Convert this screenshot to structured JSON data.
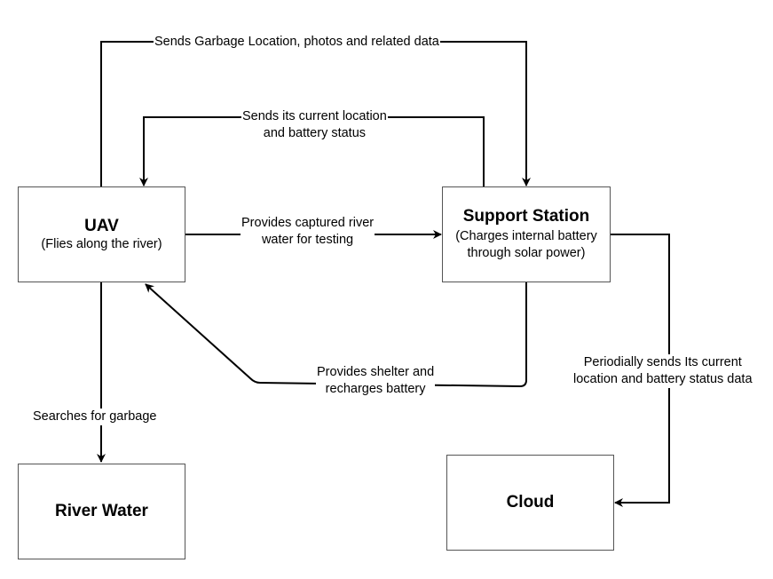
{
  "nodes": {
    "uav": {
      "title": "UAV",
      "subtitle": "(Flies along the river)"
    },
    "support_station": {
      "title": "Support Station",
      "subtitle": "(Charges internal battery\nthrough solar power)"
    },
    "river_water": {
      "title": "River Water"
    },
    "cloud": {
      "title": "Cloud"
    }
  },
  "edges": {
    "uav_to_station_data": "Sends Garbage Location, photos and related data",
    "station_to_uav_location": "Sends its current location\nand battery status",
    "uav_to_station_water": "Provides captured river\nwater for testing",
    "station_to_uav_shelter": "Provides shelter and\nrecharges battery",
    "uav_to_river": "Searches for garbage",
    "station_to_cloud": "Periodially sends Its current\nlocation and battery status data"
  }
}
